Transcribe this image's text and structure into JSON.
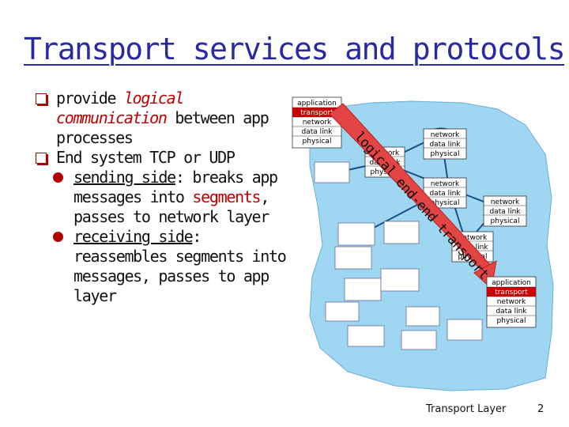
{
  "slide": {
    "title": "Transport services and protocols",
    "footer_label": "Transport Layer",
    "page_number": "2"
  },
  "bullets": {
    "b1_pre": "provide ",
    "b1_red": "logical communication",
    "b1_post": " between app processes",
    "b2": "End system TCP or UDP",
    "s1_ul": "sending side",
    "s1_a": ": breaks app messages into ",
    "s1_red": "segments",
    "s1_b": ", passes to network layer",
    "s2_ul": "receiving side",
    "s2_a": ": reassembles segments into messages, passes to app layer"
  },
  "diagram": {
    "end_stack": [
      "application",
      "transport",
      "network",
      "data link",
      "physical"
    ],
    "router_stack": [
      "network",
      "data link",
      "physical"
    ],
    "arrow_label": "logical end-end transport",
    "colors": {
      "transport_bg": "#cc0000",
      "arrow": "#e34545",
      "cloud": "#9fd6f2",
      "router": "#2b7fc2"
    }
  }
}
